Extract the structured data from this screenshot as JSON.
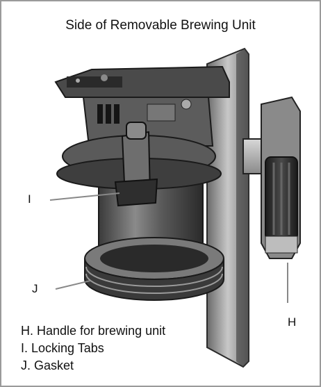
{
  "title": "Side of Removable Brewing Unit",
  "callouts": {
    "h": "H",
    "i": "I",
    "j": "J"
  },
  "legend": [
    "H. Handle for brewing unit",
    "I. Locking Tabs",
    "J. Gasket"
  ],
  "colors": {
    "border": "#9a9a9a",
    "leader_line": "#888888"
  }
}
